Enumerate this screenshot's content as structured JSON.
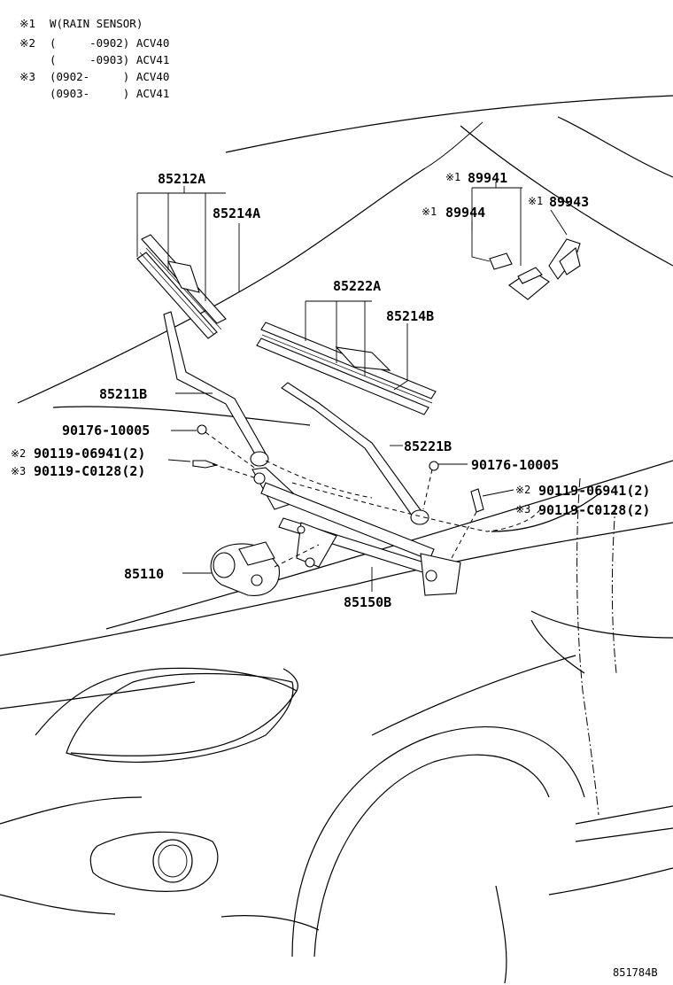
{
  "notes": [
    {
      "mark": "※1",
      "text": "W(RAIN SENSOR)"
    },
    {
      "mark": "※2",
      "text": "(     -0902) ACV40"
    },
    {
      "mark": "",
      "text": "(     -0903) ACV41"
    },
    {
      "mark": "※3",
      "text": "(0902-     ) ACV40"
    },
    {
      "mark": "",
      "text": "(0903-     ) ACV41"
    }
  ],
  "parts": {
    "p85212A": "85212A",
    "p85214A": "85214A",
    "p85222A": "85222A",
    "p85214B": "85214B",
    "p89941": "89941",
    "p89944": "89944",
    "p89943": "89943",
    "p85211B": "85211B",
    "p90176_left": "90176-10005",
    "p90119_06941_left": "90119-06941(2)",
    "p90119_C0128_left": "90119-C0128(2)",
    "p85221B": "85221B",
    "p90176_right": "90176-10005",
    "p90119_06941_right": "90119-06941(2)",
    "p90119_C0128_right": "90119-C0128(2)",
    "p85110": "85110",
    "p85150B": "85150B"
  },
  "marks": {
    "m1": "※1",
    "m2": "※2",
    "m3": "※3"
  },
  "diagram_code": "851784B"
}
